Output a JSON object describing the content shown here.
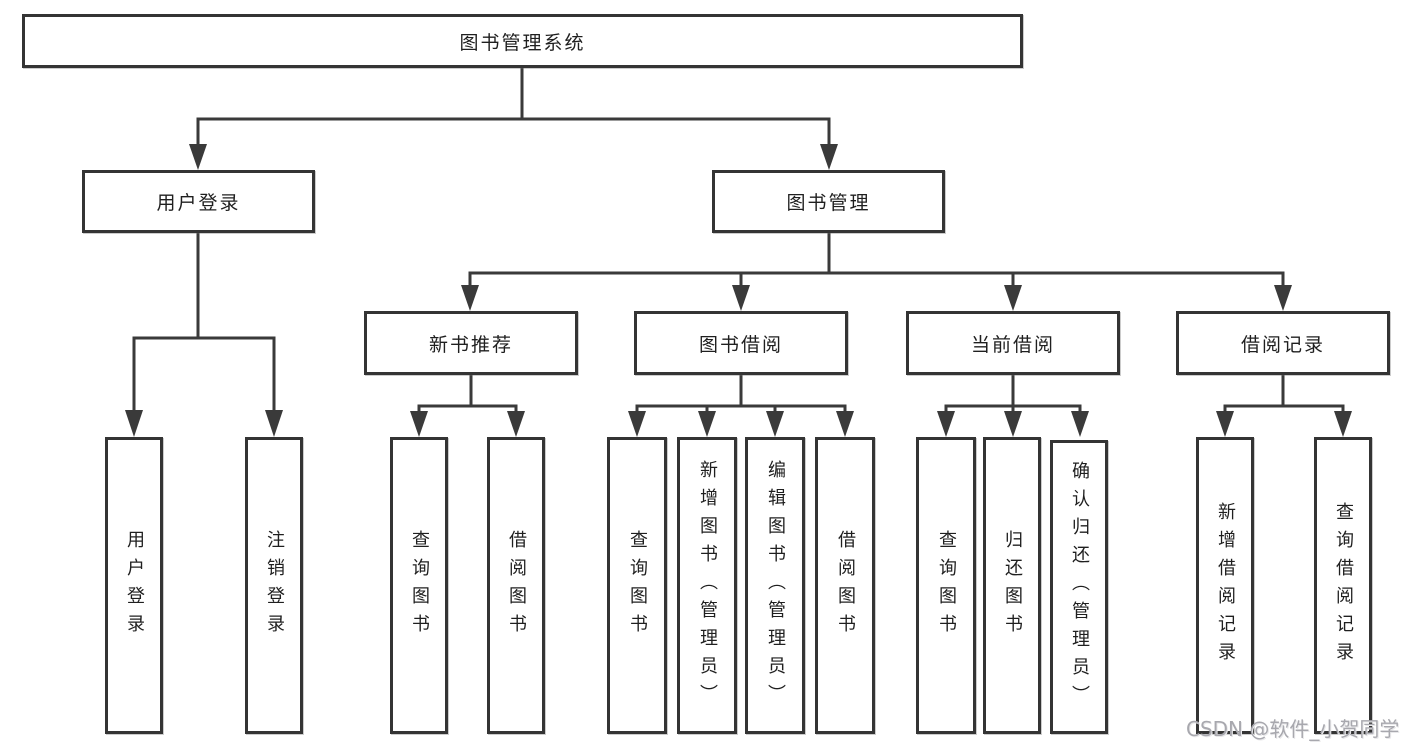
{
  "tree": {
    "root": {
      "label": "图书管理系统"
    },
    "branches": [
      {
        "label": "用户登录",
        "children": [
          {
            "label": "用户登录"
          },
          {
            "label": "注销登录"
          }
        ]
      },
      {
        "label": "图书管理",
        "children": [
          {
            "label": "新书推荐",
            "children": [
              {
                "label": "查询图书"
              },
              {
                "label": "借阅图书"
              }
            ]
          },
          {
            "label": "图书借阅",
            "children": [
              {
                "label": "查询图书"
              },
              {
                "label": "新增图书（管理员）"
              },
              {
                "label": "编辑图书（管理员）"
              },
              {
                "label": "借阅图书"
              }
            ]
          },
          {
            "label": "当前借阅",
            "children": [
              {
                "label": "查询图书"
              },
              {
                "label": "归还图书"
              },
              {
                "label": "确认归还（管理员）"
              }
            ]
          },
          {
            "label": "借阅记录",
            "children": [
              {
                "label": "新增借阅记录"
              },
              {
                "label": "查询借阅记录"
              }
            ]
          }
        ]
      }
    ]
  },
  "watermark": {
    "text": "CSDN @软件_小贺同学"
  },
  "colors": {
    "line": "#3a3a3a",
    "border": "#343434",
    "text": "#1f1f1f",
    "watermark": "#a8a8ae",
    "background": "#ffffff"
  }
}
